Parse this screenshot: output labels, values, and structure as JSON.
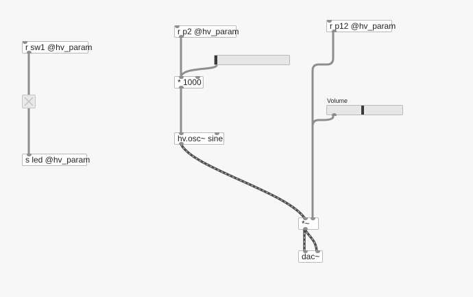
{
  "objects": {
    "r_sw1": "r sw1 @hv_param",
    "s_led": "s led @hv_param",
    "r_p2": "r p2 @hv_param",
    "mul1000": "* 1000",
    "osc": "hv.osc~ sine",
    "r_p12": "r p12 @hv_param",
    "mul_sig": "*~",
    "dac": "dac~"
  },
  "sliders": {
    "freq": {
      "value": 0.0
    },
    "volume": {
      "label": "Volume",
      "value": 0.47
    }
  },
  "icons": {
    "toggle": "x-cross-icon"
  },
  "colors": {
    "wire_control": "#8e8e8e",
    "wire_signal_dark": "#4a4a4a",
    "wire_signal_light": "#b0b0b0",
    "background": "#f7f7f7"
  }
}
